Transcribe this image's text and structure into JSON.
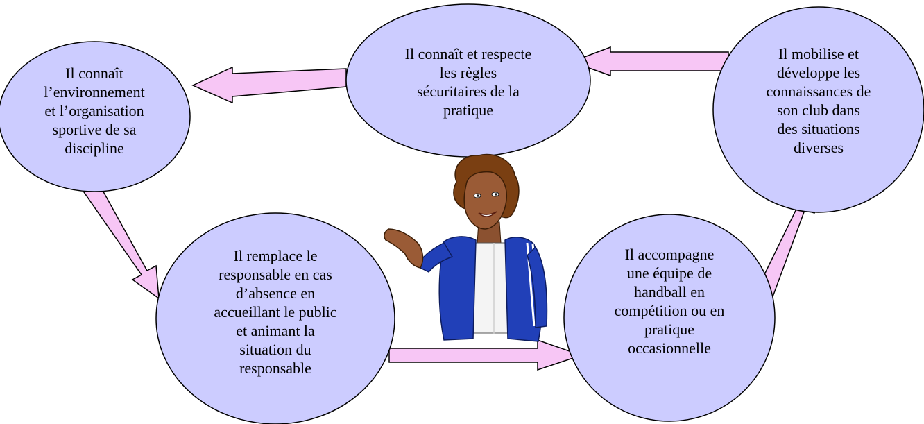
{
  "colors": {
    "node_fill": "#ccccff",
    "node_stroke": "#000000",
    "arrow_fill": "#f7c6f5",
    "arrow_stroke": "#000000"
  },
  "nodes": {
    "environment": "Il connaît\nl’environnement\net l’organisation\nsportive de sa\ndiscipline",
    "safety": "Il connaît et respecte\nles règles\nsécuritaires de la\npratique",
    "mobilise": "Il mobilise et\ndéveloppe les\nconnaissances de\nson club dans\ndes situations\ndiverses",
    "replace": "Il remplace le\nresponsable en cas\nd’absence en\naccueillant le public\net animant la\nsituation du\nresponsable",
    "accompany": "Il accompagne\nune équipe de\nhandball en\ncompétition ou en\npratique\noccasionnelle"
  },
  "illustration": {
    "icon": "woman-presenting-illustration"
  }
}
